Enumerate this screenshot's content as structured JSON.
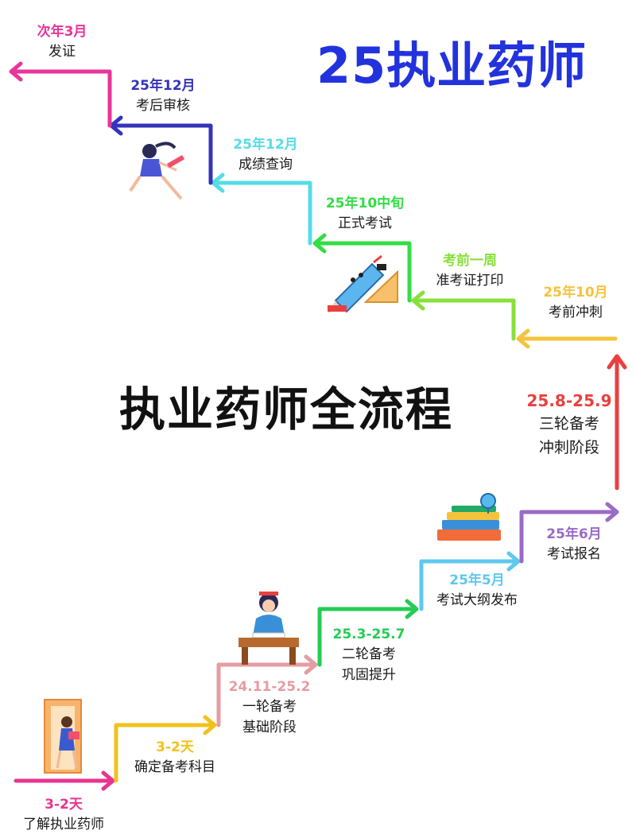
{
  "title": "25执业药师",
  "subtitle": "执业药师全流程",
  "colors": {
    "title": "#2233dd",
    "s1": "#e8358f",
    "s2": "#f2c21b",
    "s3": "#e59ca2",
    "s4": "#22cc55",
    "s5": "#5ec8ee",
    "s6": "#9a6bc6",
    "s7": "#e8403e",
    "s8": "#f5c33b",
    "s9": "#88e03a",
    "s10": "#33dd44",
    "s11": "#55dde6",
    "s12": "#3333bb",
    "s13": "#e8359a"
  },
  "steps": [
    {
      "date": "3-2天",
      "label": "了解执业药师"
    },
    {
      "date": "3-2天",
      "label": "确定备考科目"
    },
    {
      "date": "24.11-25.2",
      "label": "一轮备考",
      "label2": "基础阶段"
    },
    {
      "date": "25.3-25.7",
      "label": "二轮备考",
      "label2": "巩固提升"
    },
    {
      "date": "25年5月",
      "label": "考试大纲发布"
    },
    {
      "date": "25年6月",
      "label": "考试报名"
    },
    {
      "date": "25.8-25.9",
      "label": "三轮备考",
      "label2": "冲刺阶段"
    },
    {
      "date": "25年10月",
      "label": "考前冲刺"
    },
    {
      "date": "考前一周",
      "label": "准考证打印"
    },
    {
      "date": "25年10中旬",
      "label": "正式考试"
    },
    {
      "date": "25年12月",
      "label": "成绩查询"
    },
    {
      "date": "25年12月",
      "label": "考后审核"
    },
    {
      "date": "次年3月",
      "label": "发证"
    }
  ],
  "illustrations": [
    "girl-reading-door",
    "girl-at-desk",
    "stack-of-books-globe",
    "pencil-mascot-ruler",
    "girl-running-pencil"
  ]
}
